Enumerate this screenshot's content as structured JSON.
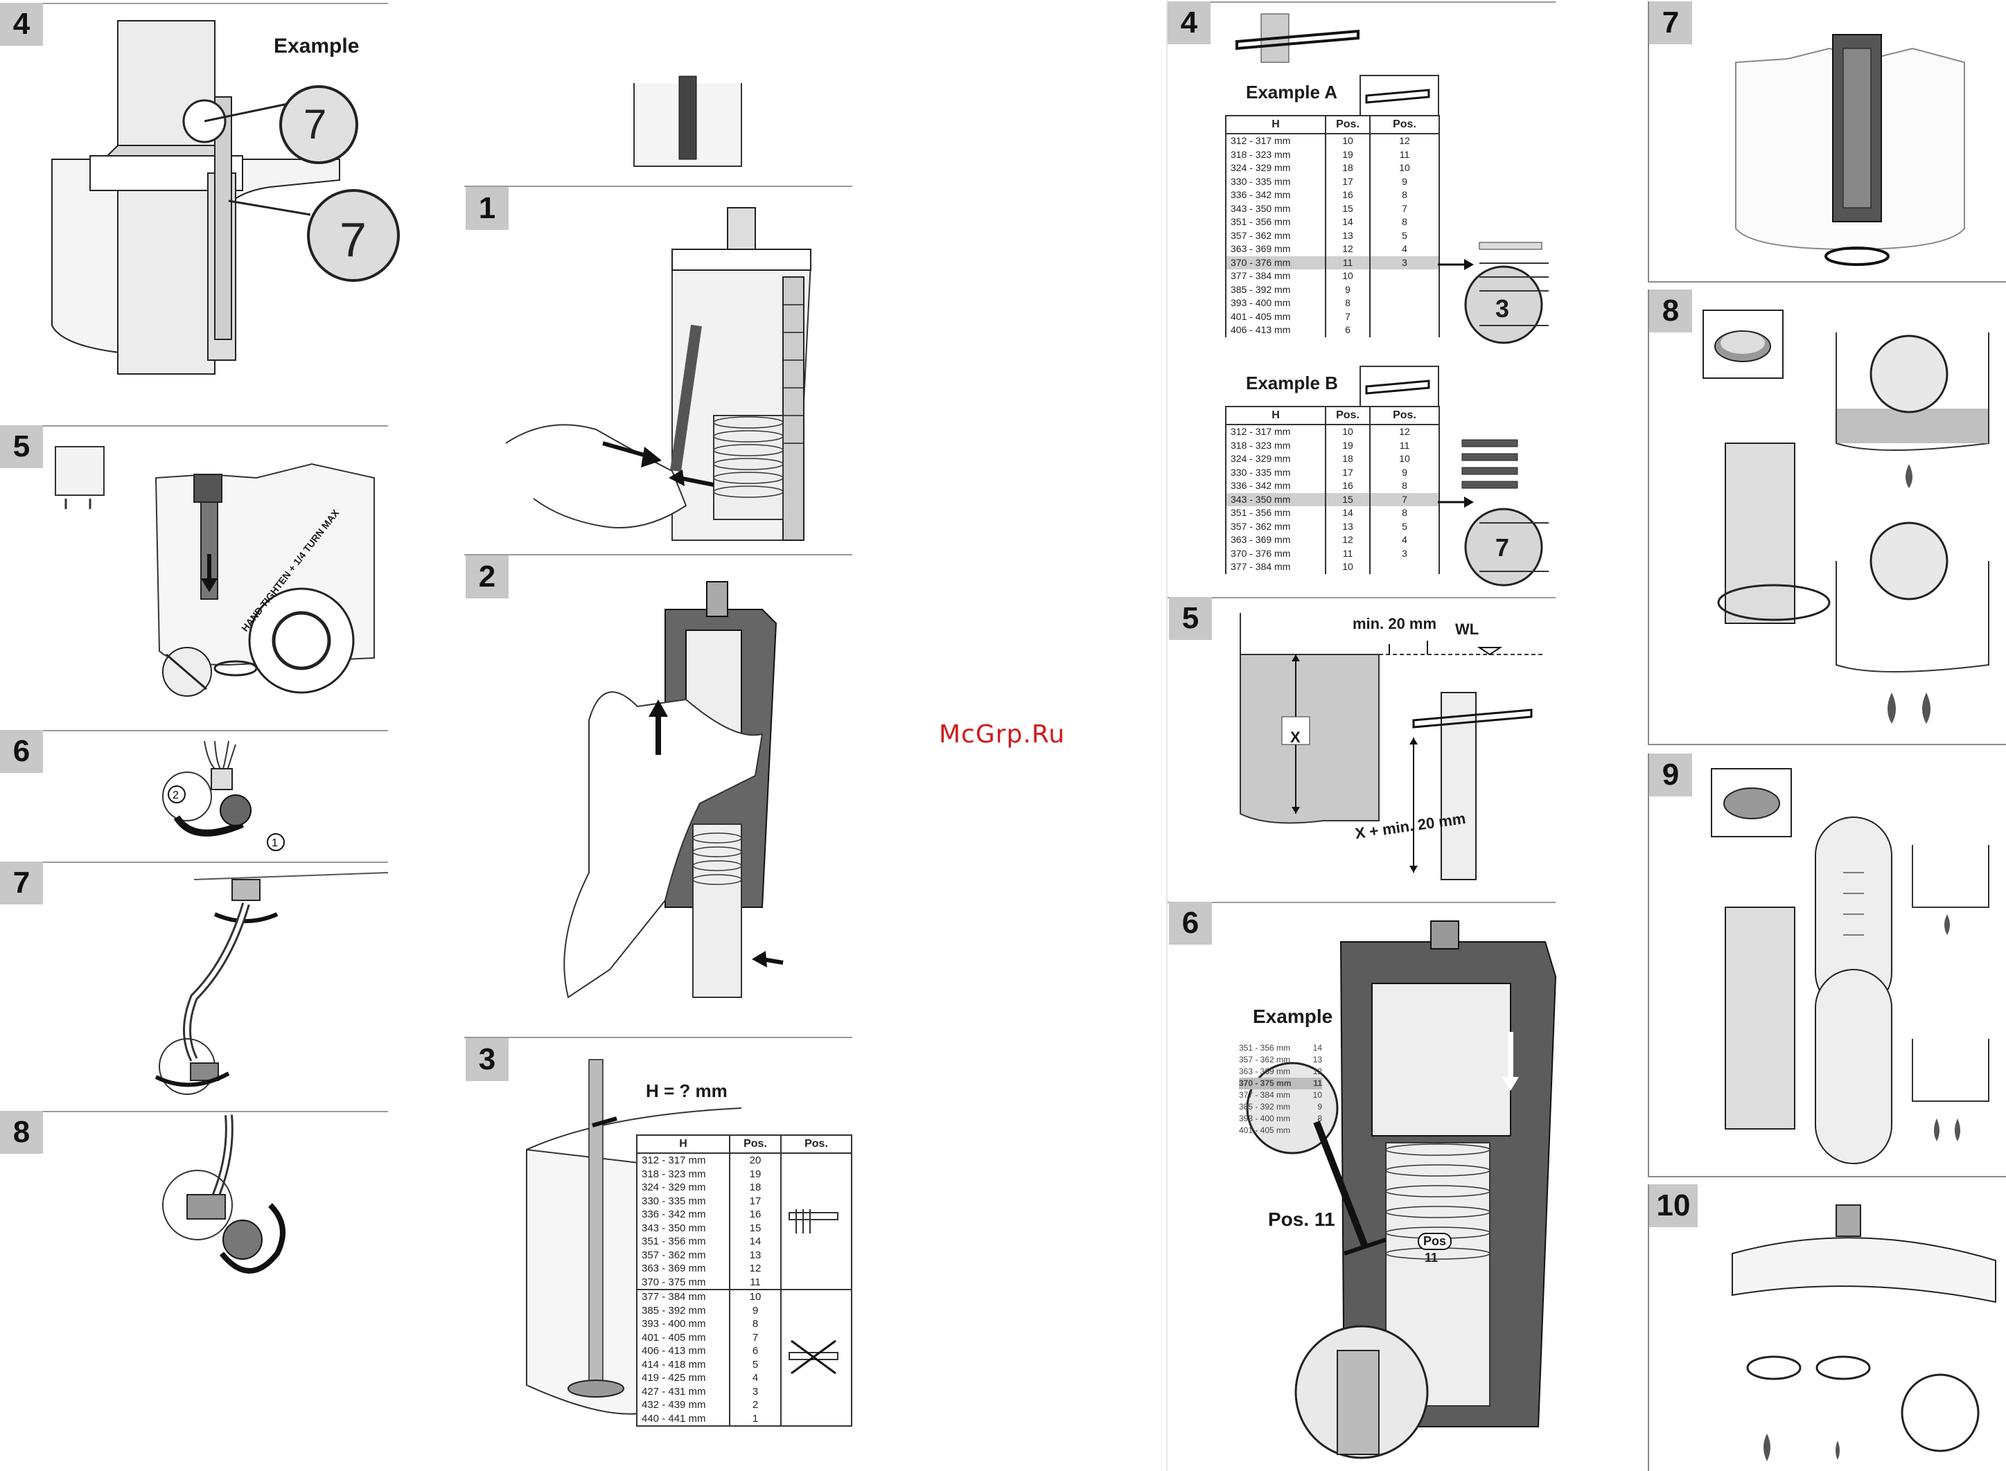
{
  "watermark": "McGrp.Ru",
  "example_label": "Example",
  "left_steps": {
    "s4": "4",
    "s5": "5",
    "s6": "6",
    "s7": "7",
    "s8": "8"
  },
  "left_panel": {
    "step5_hand_tighten": "HAND TIGHTEN + 1/4 TURN MAX",
    "step6_markers": [
      "2",
      "1"
    ]
  },
  "mid_steps": {
    "s1": "1",
    "s2": "2",
    "s3": "3"
  },
  "step3": {
    "h_label": "H = ? mm",
    "headers": [
      "H",
      "Pos.",
      "Pos."
    ],
    "rows": [
      [
        "312 - 317 mm",
        "20"
      ],
      [
        "318 - 323 mm",
        "19"
      ],
      [
        "324 - 329 mm",
        "18"
      ],
      [
        "330 - 335 mm",
        "17"
      ],
      [
        "336 - 342 mm",
        "16"
      ],
      [
        "343 - 350 mm",
        "15"
      ],
      [
        "351 - 356 mm",
        "14"
      ],
      [
        "357 - 362 mm",
        "13"
      ],
      [
        "363 - 369 mm",
        "12"
      ],
      [
        "370 - 375 mm",
        "11"
      ],
      [
        "377 - 384 mm",
        "10"
      ],
      [
        "385 - 392 mm",
        "9"
      ],
      [
        "393 - 400 mm",
        "8"
      ],
      [
        "401 - 405 mm",
        "7"
      ],
      [
        "406 - 413 mm",
        "6"
      ],
      [
        "414 - 418 mm",
        "5"
      ],
      [
        "419 - 425 mm",
        "4"
      ],
      [
        "427 - 431 mm",
        "3"
      ],
      [
        "432 - 439 mm",
        "2"
      ],
      [
        "440 - 441 mm",
        "1"
      ]
    ]
  },
  "right_steps": {
    "s4": "4",
    "s5": "5",
    "s6": "6"
  },
  "exampleA": {
    "title": "Example A",
    "headers": [
      "H",
      "Pos.",
      "Pos."
    ],
    "rows": [
      [
        "312 - 317 mm",
        "10",
        "12"
      ],
      [
        "318 - 323 mm",
        "19",
        "11"
      ],
      [
        "324 - 329 mm",
        "18",
        "10"
      ],
      [
        "330 - 335 mm",
        "17",
        "9"
      ],
      [
        "336 - 342 mm",
        "16",
        "8"
      ],
      [
        "343 - 350 mm",
        "15",
        "7"
      ],
      [
        "351 - 356 mm",
        "14",
        "8"
      ],
      [
        "357 - 362 mm",
        "13",
        "5"
      ],
      [
        "363 - 369 mm",
        "12",
        "4"
      ],
      [
        "370 - 376 mm",
        "11",
        "3"
      ],
      [
        "377 - 384 mm",
        "10",
        ""
      ],
      [
        "385 - 392 mm",
        "9",
        ""
      ],
      [
        "393 - 400 mm",
        "8",
        ""
      ],
      [
        "401 - 405 mm",
        "7",
        ""
      ],
      [
        "406 - 413 mm",
        "6",
        ""
      ]
    ],
    "callout": "3"
  },
  "exampleB": {
    "title": "Example B",
    "headers": [
      "H",
      "Pos.",
      "Pos."
    ],
    "rows": [
      [
        "312 - 317 mm",
        "10",
        "12"
      ],
      [
        "318 - 323 mm",
        "19",
        "11"
      ],
      [
        "324 - 329 mm",
        "18",
        "10"
      ],
      [
        "330 - 335 mm",
        "17",
        "9"
      ],
      [
        "336 - 342 mm",
        "16",
        "8"
      ],
      [
        "343 - 350 mm",
        "15",
        "7"
      ],
      [
        "351 - 356 mm",
        "14",
        "8"
      ],
      [
        "357 - 362 mm",
        "13",
        "5"
      ],
      [
        "363 - 369 mm",
        "12",
        "4"
      ],
      [
        "370 - 376 mm",
        "11",
        "3"
      ],
      [
        "377 - 384 mm",
        "10",
        ""
      ]
    ],
    "callout": "7"
  },
  "step5r": {
    "min20": "min. 20 mm",
    "wl": "WL",
    "x": "X",
    "xmin": "X + min. 20 mm"
  },
  "step6r": {
    "example": "Example",
    "pos11": "Pos. 11",
    "pos_badge": "Pos",
    "pos_num": "11",
    "rows": [
      [
        "351 - 356 mm",
        "14"
      ],
      [
        "357 - 362 mm",
        "13"
      ],
      [
        "363 - 369 mm",
        "12"
      ],
      [
        "370 - 375 mm",
        "11"
      ],
      [
        "377 - 384 mm",
        "10"
      ],
      [
        "385 - 392 mm",
        "9"
      ],
      [
        "393 - 400 mm",
        "8"
      ],
      [
        "401 - 405 mm",
        ""
      ]
    ]
  },
  "far_steps": {
    "s7": "7",
    "s8": "8",
    "s9": "9",
    "s10": "10"
  }
}
